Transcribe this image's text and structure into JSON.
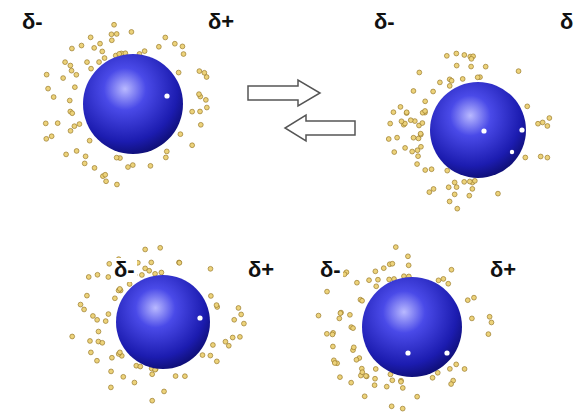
{
  "diagram": {
    "labels": [
      "δ-",
      "δ+",
      "δ-",
      "δ",
      "δ-",
      "δ+",
      "δ-",
      "δ+"
    ]
  }
}
